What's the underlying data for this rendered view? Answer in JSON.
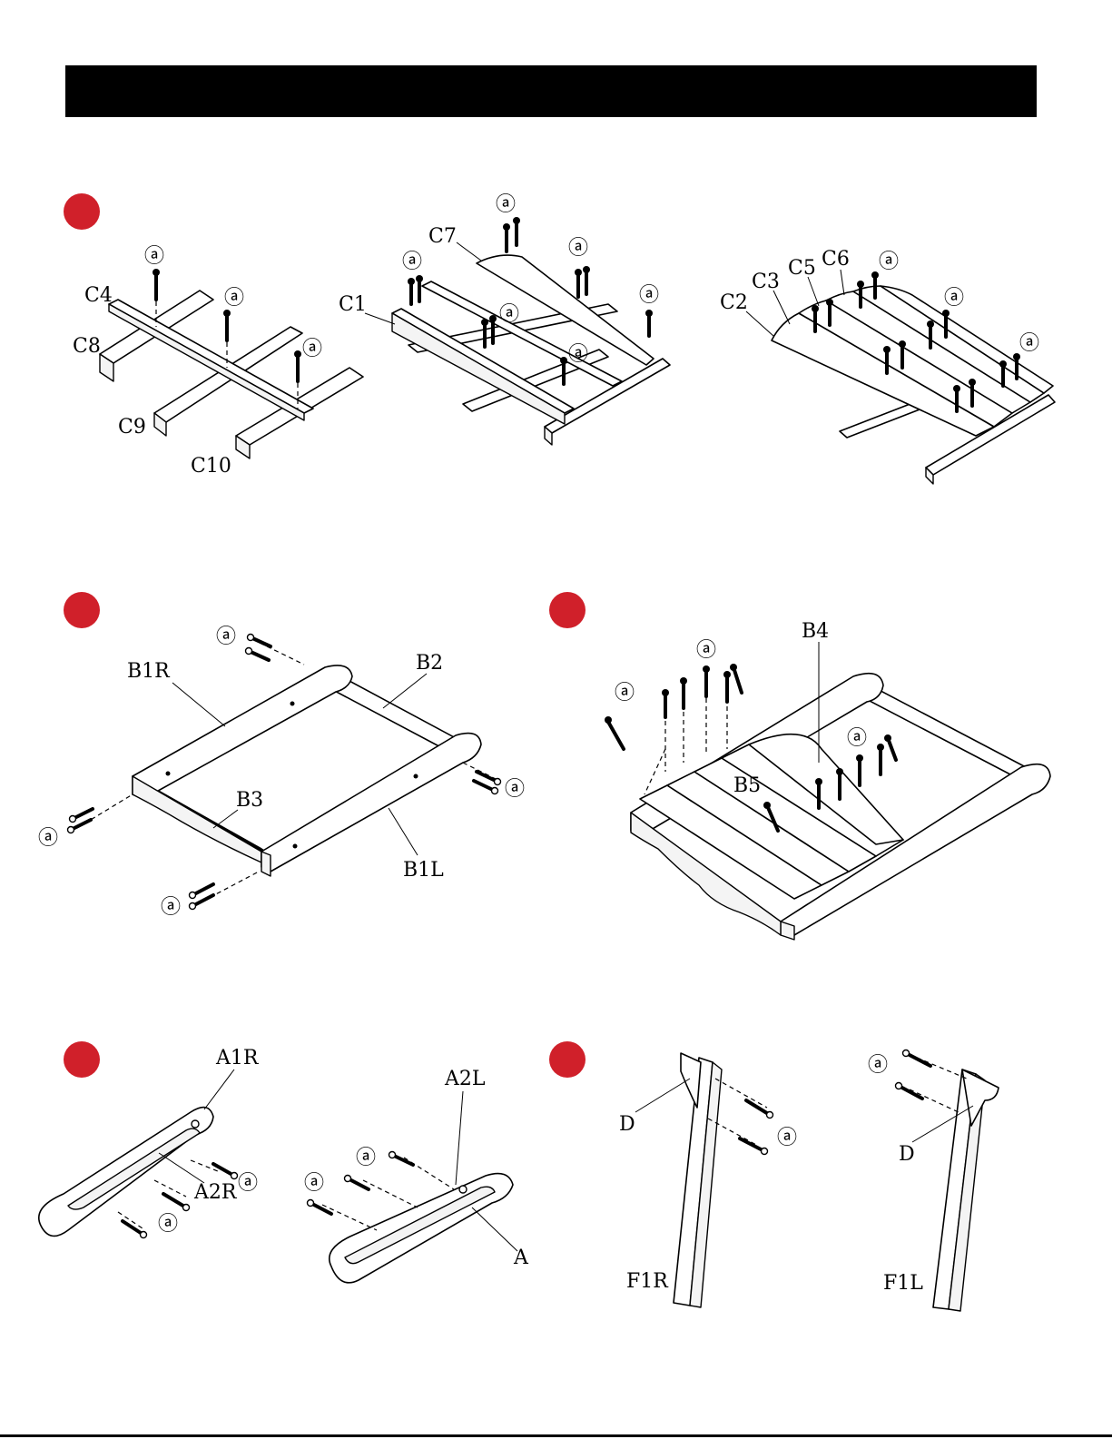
{
  "colors": {
    "step_marker": "#d0202a",
    "header_bar": "#000000",
    "line": "#000000"
  },
  "hardware_label": "ⓐ",
  "step1": {
    "view1": {
      "parts": [
        "C4",
        "C8",
        "C9",
        "C10"
      ]
    },
    "view2": {
      "parts": [
        "C7",
        "C1"
      ]
    },
    "view3": {
      "parts": [
        "C5",
        "C6",
        "C3",
        "C2"
      ]
    }
  },
  "step2": {
    "parts": [
      "B1R",
      "B2",
      "B3",
      "B1L"
    ]
  },
  "step3": {
    "parts": [
      "B4",
      "B5"
    ]
  },
  "step4": {
    "parts": [
      "A1R",
      "A2R",
      "A2L",
      "A"
    ]
  },
  "step5": {
    "view1": {
      "parts": [
        "D",
        "F1R"
      ]
    },
    "view2": {
      "parts": [
        "D",
        "F1L"
      ]
    }
  }
}
